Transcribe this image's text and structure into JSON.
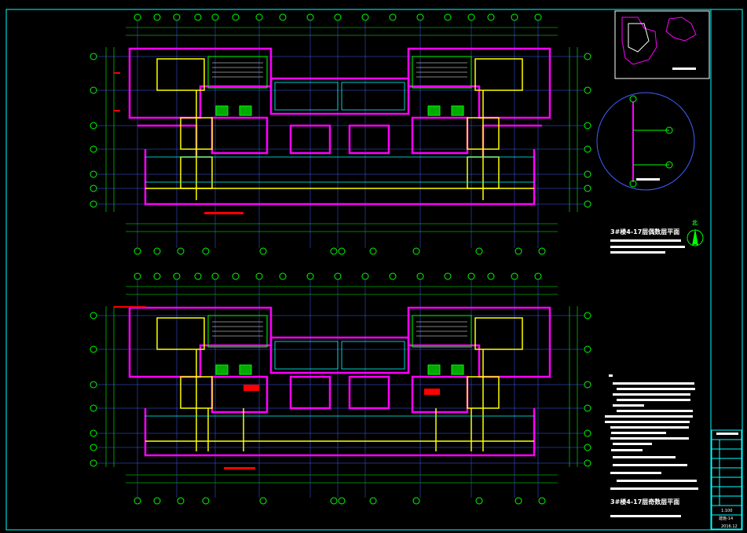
{
  "drawing": {
    "title_upper": "3#楼4-17层偶数层平面",
    "title_lower": "3#楼4-17层奇数层平面",
    "scale": "1:100",
    "sheet_no": "建施-14",
    "date": "2016.12",
    "north_label": "北"
  },
  "colors": {
    "background": "#000000",
    "frame": "#00ffff",
    "wall_magenta": "#ff00ff",
    "wall_yellow": "#ffff00",
    "dim_green": "#00ff00",
    "axis_blue": "#3f5fff",
    "text_white": "#ffffff",
    "accent_red": "#ff0000"
  },
  "icons": [
    "north-arrow-icon",
    "key-plan-icon",
    "detail-circle-icon"
  ]
}
